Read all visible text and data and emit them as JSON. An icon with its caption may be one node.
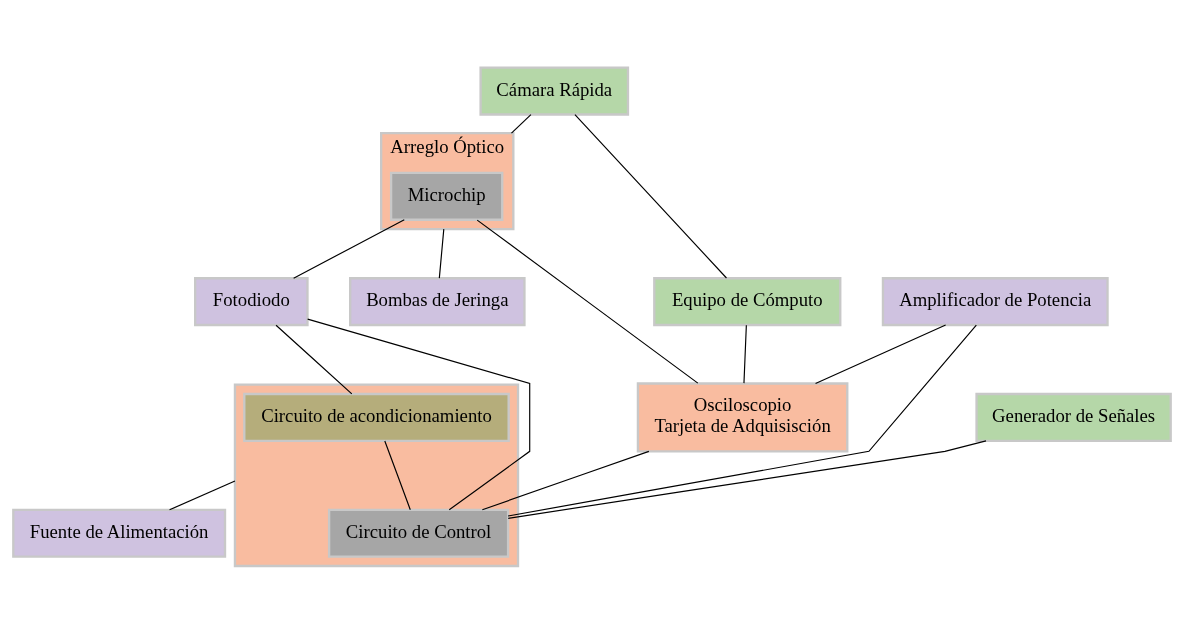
{
  "diagram": {
    "nodes": [
      {
        "text": [
          "Cámara Rápida"
        ]
      },
      {
        "text": [
          "Arreglo Óptico"
        ]
      },
      {
        "text": [
          "Microchip"
        ],
        "in": 1
      },
      {
        "text": [
          "Fotodiodo"
        ]
      },
      {
        "text": [
          "Bombas de Jeringa"
        ]
      },
      {
        "text": [
          "Equipo de Cómputo"
        ]
      },
      {
        "text": [
          "Osciloscopio",
          "Tarjeta de Adquisisción"
        ]
      },
      {
        "text": [],
        "shape": "box"
      },
      {
        "text": [
          "Circuito de acondicionamiento"
        ],
        "in": 7
      },
      {
        "text": [
          "Circuito de Control"
        ],
        "in": 7
      },
      {
        "text": [
          "Generador de Señales"
        ]
      },
      {
        "text": [
          "Amplificador de Potencia"
        ]
      },
      {
        "text": [
          "Fuente de Alimentación"
        ]
      }
    ],
    "edges": [
      {
        "from": 0,
        "to": 5,
        "arrow": "none"
      },
      {
        "from": 0,
        "to": 1,
        "arrow": "none"
      },
      {
        "from": 1,
        "to": 4,
        "arrow": "none"
      },
      {
        "from": 5,
        "to": 6,
        "arrow": "none"
      },
      {
        "from": 2,
        "to": 3,
        "arrow": "none"
      },
      {
        "from": 2,
        "to": 6,
        "arrow": "none"
      },
      {
        "from": 11,
        "to": 6,
        "arrow": "none"
      },
      {
        "from": 3,
        "to": 8,
        "arrow": "none"
      },
      {
        "from": 8,
        "to": 9,
        "arrow": "none"
      },
      {
        "from": 6,
        "to": 9,
        "arrow": "none"
      },
      {
        "from": 3,
        "to": 9,
        "arrow": "none"
      },
      {
        "from": 10,
        "to": 9,
        "arrow": "none"
      },
      {
        "from": 9,
        "to": 11,
        "arrow": "none"
      },
      {
        "from": 7,
        "to": 12,
        "arrow": "none"
      }
    ]
  }
}
